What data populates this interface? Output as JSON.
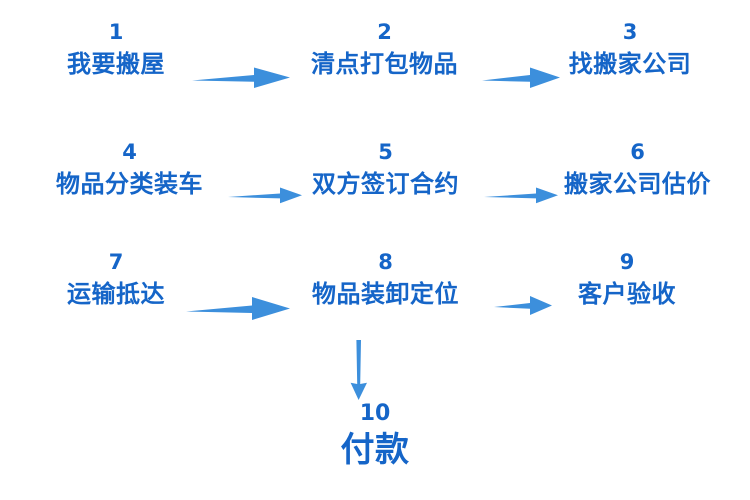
{
  "diagram": {
    "title_text": "",
    "accent_color": "#1565C8",
    "arrow_color": "#3C8FDC",
    "background_color": "#FFFFFF",
    "type": "flowchart",
    "rows": [
      {
        "steps": [
          {
            "number": "1",
            "label": "我要搬屋"
          },
          {
            "number": "2",
            "label": "清点打包物品"
          },
          {
            "number": "3",
            "label": "找搬家公司"
          }
        ]
      },
      {
        "steps": [
          {
            "number": "4",
            "label": "物品分类装车"
          },
          {
            "number": "5",
            "label": "双方签订合约"
          },
          {
            "number": "6",
            "label": "搬家公司估价"
          }
        ]
      },
      {
        "steps": [
          {
            "number": "7",
            "label": "运输抵达"
          },
          {
            "number": "8",
            "label": "物品装卸定位"
          },
          {
            "number": "9",
            "label": "客户验收"
          }
        ]
      }
    ],
    "final_step": {
      "number": "10",
      "label": "付款"
    },
    "connectors": [
      {
        "name": "arrow-1-to-2",
        "direction": "right"
      },
      {
        "name": "arrow-2-to-3",
        "direction": "right"
      },
      {
        "name": "arrow-4-to-5",
        "direction": "right"
      },
      {
        "name": "arrow-5-to-6",
        "direction": "right"
      },
      {
        "name": "arrow-7-to-8",
        "direction": "right"
      },
      {
        "name": "arrow-8-to-9",
        "direction": "right"
      },
      {
        "name": "arrow-8-to-10",
        "direction": "down"
      }
    ]
  }
}
